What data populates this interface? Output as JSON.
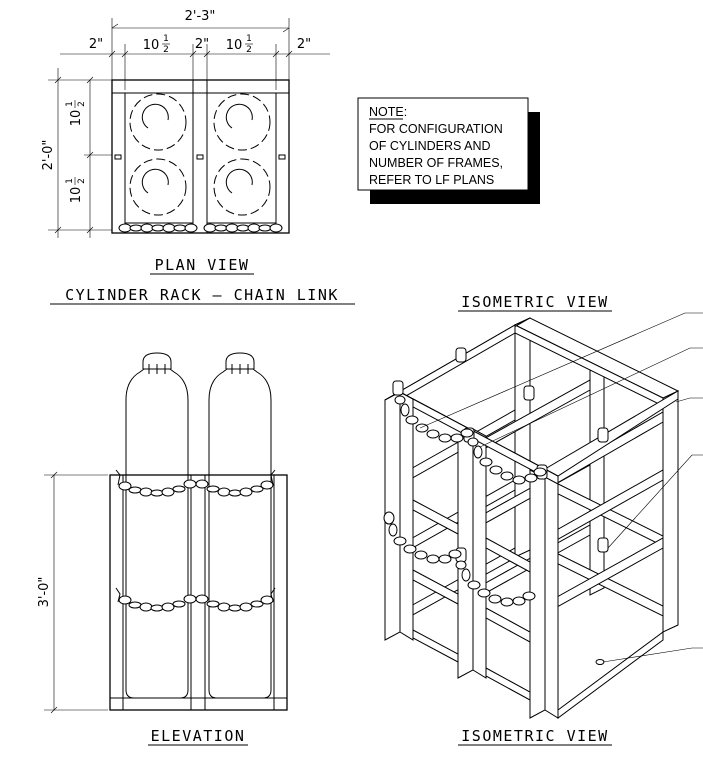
{
  "plan": {
    "overall_width": "2'-3\"",
    "dim_left_gap": "2\"",
    "dim_bay1": "10",
    "dim_mid_gap": "2\"",
    "dim_bay2": "10",
    "dim_right_gap": "2\"",
    "dim_depth": "2'-0\"",
    "dim_depth_half1": "10",
    "dim_depth_half2": "10",
    "fraction_num": "1",
    "fraction_den": "2"
  },
  "note": {
    "heading": "NOTE",
    "colon": ":",
    "lines": [
      "FOR CONFIGURATION",
      "OF CYLINDERS AND",
      "NUMBER OF FRAMES,",
      "REFER TO LF PLANS"
    ]
  },
  "titles": {
    "plan_view": "PLAN VIEW",
    "rack_title": "CYLINDER RACK — CHAIN LINK",
    "iso_top": "ISOMETRIC VIEW",
    "elevation": "ELEVATION",
    "iso_bottom": "ISOMETRIC VIEW"
  },
  "elevation": {
    "height_dim": "3'-0\""
  }
}
